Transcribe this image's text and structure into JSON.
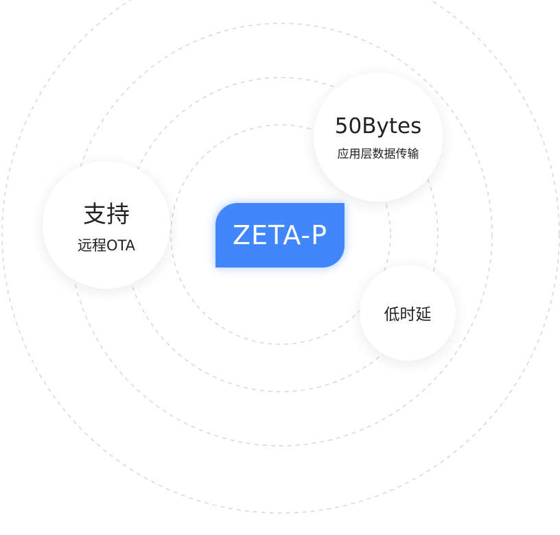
{
  "center_badge": {
    "label": "ZETA-P",
    "color": "#4286fc"
  },
  "features": [
    {
      "title": "支持",
      "subtitle": "远程OTA"
    },
    {
      "title": "50Bytes",
      "subtitle": "应用层数据传输"
    },
    {
      "title": "低时延"
    }
  ]
}
